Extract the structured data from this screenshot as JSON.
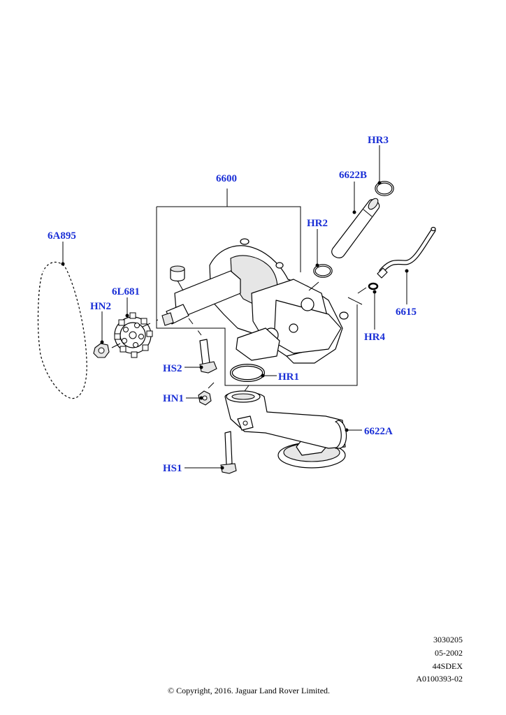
{
  "callouts": {
    "c6600": "6600",
    "c6622B": "6622B",
    "cHR3": "HR3",
    "cHR2": "HR2",
    "c6A895": "6A895",
    "c6L681": "6L681",
    "cHN2": "HN2",
    "c6615": "6615",
    "cHR4": "HR4",
    "cHS2": "HS2",
    "cHR1": "HR1",
    "cHN1": "HN1",
    "c6622A": "6622A",
    "cHS1": "HS1"
  },
  "reference": {
    "line1": "3030205",
    "line2": "05-2002",
    "line3": "44SDEX",
    "line4": "A0100393-02"
  },
  "copyright": "© Copyright, 2016. Jaguar Land Rover Limited.",
  "colors": {
    "callout": "#1a2fd6"
  }
}
